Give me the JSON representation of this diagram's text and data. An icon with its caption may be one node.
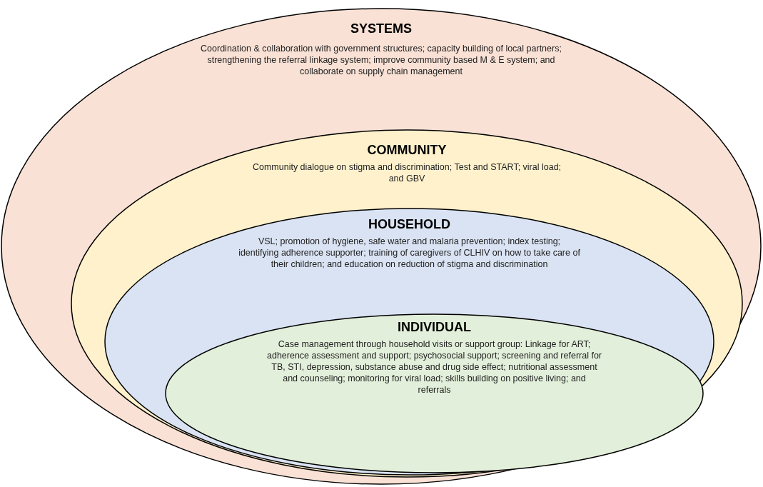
{
  "diagram": {
    "nodes": [
      {
        "text": [
          "SYSTEMS",
          "Coordination & collaboration with government structures; capacity building of local partners; strengthening the referral linkage system;  improve community based M & E system; and collaborate on supply chain management"
        ]
      },
      {
        "text": [
          "COMMUNITY",
          "Community dialogue on stigma and discrimination; Test and START; viral load; and GBV"
        ],
        "in": 0
      },
      {
        "text": [
          "HOUSEHOLD",
          "VSL; promotion of hygiene, safe water and malaria prevention; index testing; identifying adherence supporter; training of caregivers of CLHIV on how to take care of their children; and education on reduction of stigma and discrimination"
        ],
        "in": 1
      },
      {
        "text": [
          "INDIVIDUAL",
          "Case management through household visits or support group: Linkage for ART; adherence assessment and support; psychosocial support; screening and referral for TB, STI, depression, substance abuse and drug side effect; nutritional assessment and counseling; monitoring for viral load; skills building on positive living; and referrals"
        ],
        "in": 2
      }
    ]
  }
}
